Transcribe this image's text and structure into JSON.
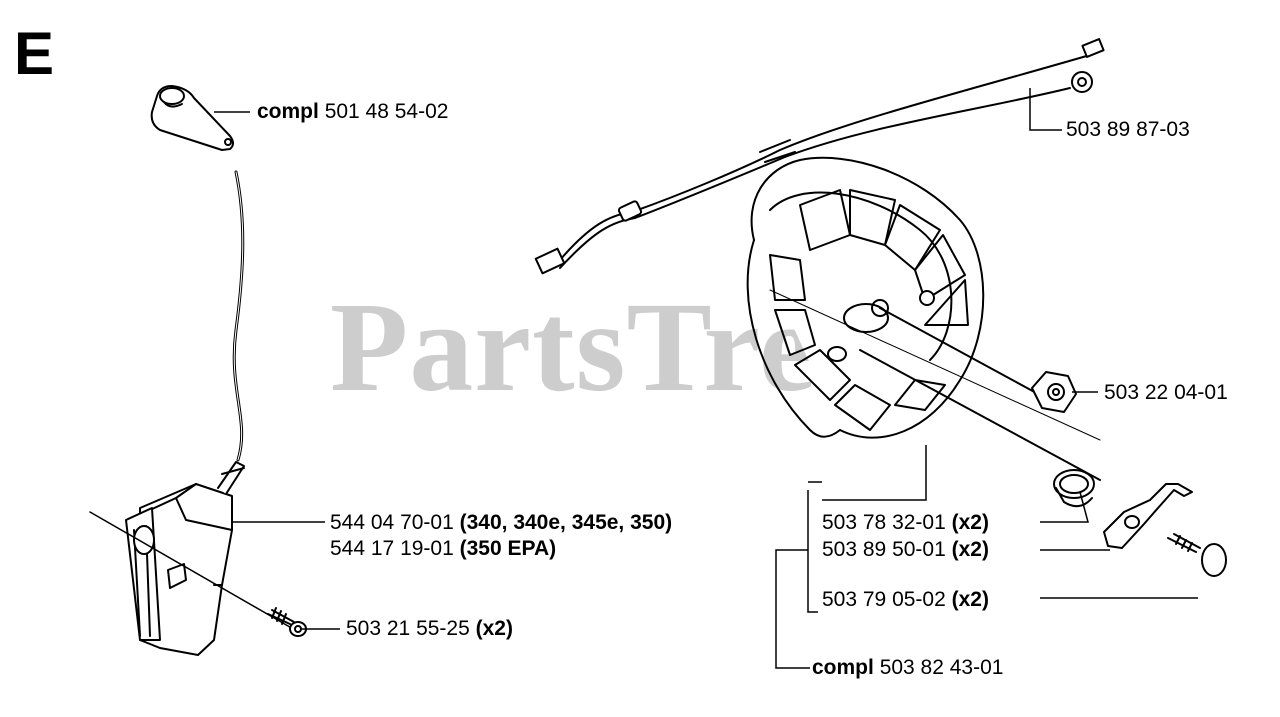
{
  "section_letter": "E",
  "watermark": "PartsTree",
  "callouts": {
    "spark_cap": {
      "prefix": "compl",
      "number": "501 48 54-02"
    },
    "cable": {
      "number": "503 89 87-03"
    },
    "nut": {
      "number": "503 22 04-01"
    },
    "coil_a": {
      "number": "544 04 70-01",
      "note": "(340, 340e, 345e, 350)"
    },
    "coil_b": {
      "number": "544 17 19-01",
      "note": "(350 EPA)"
    },
    "coil_screw": {
      "number": "503 21 55-25",
      "note": "(x2)"
    },
    "spring": {
      "number": "503 78 32-01",
      "note": "(x2)"
    },
    "pawl": {
      "number": "503 89 50-01",
      "note": "(x2)"
    },
    "pawl_screw": {
      "number": "503 79 05-02",
      "note": "(x2)"
    },
    "flywheel_kit": {
      "prefix": "compl",
      "number": "503 82 43-01"
    }
  }
}
